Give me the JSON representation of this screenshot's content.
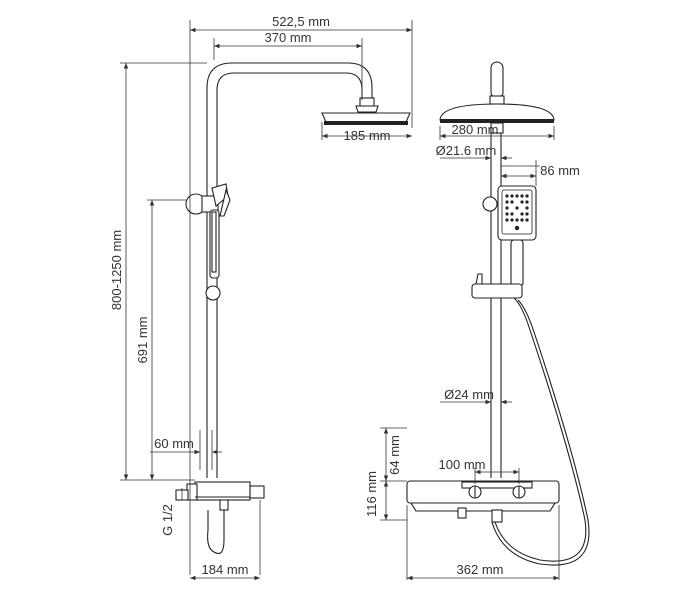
{
  "dimensions": {
    "overall_width": "522,5 mm",
    "arm_length": "370 mm",
    "side_head_width": "185 mm",
    "height_range": "800-1250 mm",
    "rail_height": "691 mm",
    "outlet_offset": "60 mm",
    "connection": "G 1/2",
    "shelf_depth": "184 mm",
    "front_head_width": "280 mm",
    "pipe_diameter_top": "Ø21.6 mm",
    "hand_shower_width": "86 mm",
    "pipe_diameter_bottom": "Ø24 mm",
    "valve_spacing": "100 mm",
    "shelf_height": "64 mm",
    "mixer_height": "116 mm",
    "shelf_width": "362 mm"
  }
}
